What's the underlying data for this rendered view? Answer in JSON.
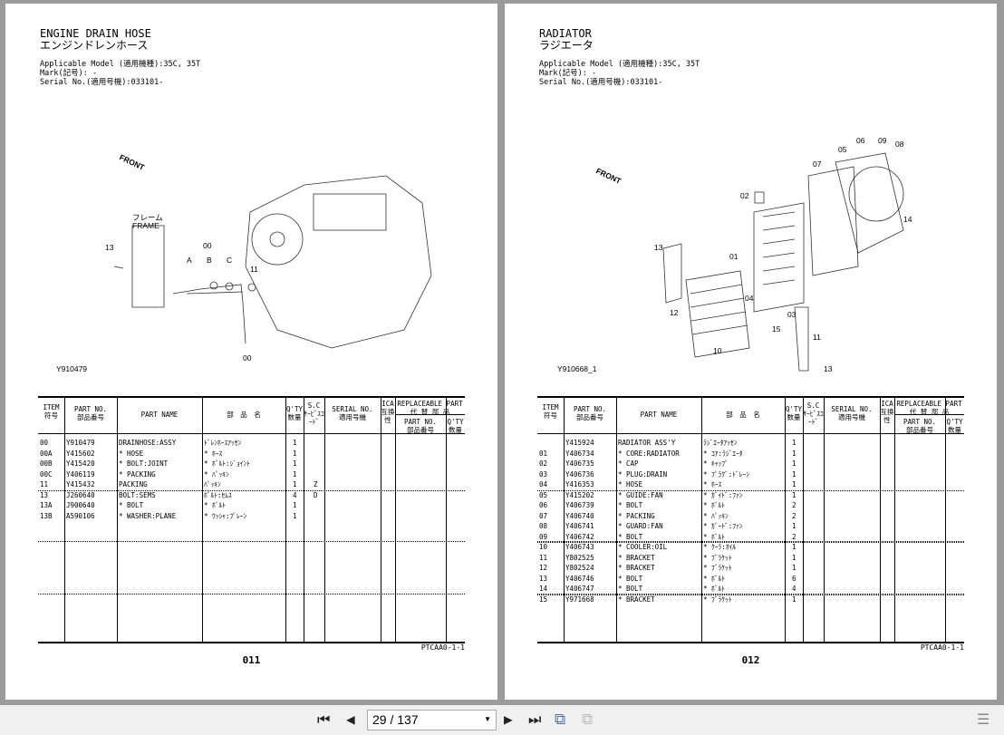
{
  "pages": [
    {
      "title_en": "ENGINE DRAIN HOSE",
      "title_jp": "エンジンドレンホース",
      "meta": [
        "Applicable Model (適用機種):35C, 35T",
        "Mark(記号): -",
        "Serial No.(適用号機):033101-"
      ],
      "diagram_id": "Y910479",
      "labels": [
        "FRONT",
        "フレーム",
        "FRAME",
        "00",
        "A",
        "B",
        "C",
        "11",
        "13",
        "00"
      ],
      "rows": [
        [
          "00",
          "Y910479",
          "DRAINHOSE:ASSY",
          "ﾄﾞﾚﾝﾎｰｽｱｯｾﾝ",
          "1",
          ""
        ],
        [
          "00A",
          "Y415602",
          "* HOSE",
          "* ﾎｰｽ",
          "1",
          ""
        ],
        [
          "00B",
          "Y415420",
          "* BOLT:JOINT",
          "* ﾎﾞﾙﾄ:ｼﾞｮｲﾝﾄ",
          "1",
          ""
        ],
        [
          "00C",
          "Y406119",
          "* PACKING",
          "* ﾊﾟｯｷﾝ",
          "1",
          ""
        ],
        [
          "11",
          "Y415432",
          "PACKING",
          "ﾊﾟｯｷﾝ",
          "1",
          "Z"
        ],
        [
          "13",
          "J260640",
          "BOLT:SEMS",
          "ﾎﾞﾙﾄ:ｾﾑｽ",
          "4",
          "D"
        ],
        [
          "13A",
          "J900640",
          "* BOLT",
          "* ﾎﾞﾙﾄ",
          "1",
          ""
        ],
        [
          "13B",
          "A590106",
          "* WASHER:PLANE",
          "* ﾜｯｼｬ:ﾌﾟﾚｰﾝ",
          "1",
          ""
        ]
      ],
      "separators_after": [
        4
      ],
      "page_number": "011",
      "code": "PTCAA0-1-1"
    },
    {
      "title_en": "RADIATOR",
      "title_jp": "ラジエータ",
      "meta": [
        "Applicable Model (適用機種):35C, 35T",
        "Mark(記号): -",
        "Serial No.(適用号機):033101-"
      ],
      "diagram_id": "Y910668_1",
      "labels": [
        "FRONT",
        "06",
        "09",
        "05",
        "08",
        "07",
        "02",
        "14",
        "13",
        "01",
        "04",
        "12",
        "03",
        "15",
        "11",
        "10",
        "13"
      ],
      "rows": [
        [
          "",
          "Y415924",
          "RADIATOR ASS'Y",
          "ﾗｼﾞｴｰﾀｱｯｾﾝ",
          "1",
          ""
        ],
        [
          "01",
          "Y406734",
          "* CORE:RADIATOR",
          "* ｺｱ:ﾗｼﾞｴｰﾀ",
          "1",
          ""
        ],
        [
          "02",
          "Y406735",
          "* CAP",
          "* ｷｬｯﾌﾟ",
          "1",
          ""
        ],
        [
          "03",
          "Y406736",
          "* PLUG:DRAIN",
          "* ﾌﾟﾗｸﾞ:ﾄﾞﾚｰﾝ",
          "1",
          ""
        ],
        [
          "04",
          "Y416353",
          "* HOSE",
          "* ﾎｰｽ",
          "1",
          ""
        ],
        [
          "05",
          "Y415202",
          "* GUIDE:FAN",
          "* ｶﾞｲﾄﾞ:ﾌｧﾝ",
          "1",
          ""
        ],
        [
          "06",
          "Y406739",
          "* BOLT",
          "* ﾎﾞﾙﾄ",
          "2",
          ""
        ],
        [
          "07",
          "Y406740",
          "* PACKING",
          "* ﾊﾟｯｷﾝ",
          "2",
          ""
        ],
        [
          "08",
          "Y406741",
          "* GUARD:FAN",
          "* ｶﾞｰﾄﾞ:ﾌｧﾝ",
          "1",
          ""
        ],
        [
          "09",
          "Y406742",
          "* BOLT",
          "* ﾎﾞﾙﾄ",
          "2",
          ""
        ],
        [
          "10",
          "Y406743",
          "* COOLER:OIL",
          "* ｸｰﾗ:ｵｲﾙ",
          "1",
          ""
        ],
        [
          "11",
          "Y802525",
          "* BRACKET",
          "* ﾌﾞﾗｹｯﾄ",
          "1",
          ""
        ],
        [
          "12",
          "Y802524",
          "* BRACKET",
          "* ﾌﾞﾗｹｯﾄ",
          "1",
          ""
        ],
        [
          "13",
          "Y406746",
          "* BOLT",
          "* ﾎﾞﾙﾄ",
          "6",
          ""
        ],
        [
          "14",
          "Y406747",
          "* BOLT",
          "* ﾎﾞﾙﾄ",
          "4",
          ""
        ],
        [
          "15",
          "Y971668",
          "* BRACKET",
          "* ﾌﾞﾗｹｯﾄ",
          "1",
          ""
        ]
      ],
      "separators_after": [
        4,
        9,
        14
      ],
      "page_number": "012",
      "code": "PTCAA0-1-1"
    }
  ],
  "headers": {
    "item": "ITEM",
    "item_jp": "符号",
    "partno": "PART NO.",
    "partno_jp": "部品番号",
    "name": "PART NAME",
    "name_jp": "部　品　名",
    "qty": "Q'TY",
    "qty_jp": "数量",
    "sc": "S.C",
    "sc_jp": "ｻｰﾋﾞｽｺｰﾄﾞ",
    "serial": "SERIAL NO.",
    "serial_jp": "適用号機",
    "ica": "ICA",
    "ica_jp": "互換性",
    "repl": "REPLACEABLE PART",
    "repl_jp": "代 替 部 品",
    "repl_partno": "PART NO.",
    "repl_partno_jp": "部品番号",
    "repl_qty": "Q'TY",
    "repl_qty_jp": "数量"
  },
  "toolbar": {
    "page_value": "29 / 137"
  }
}
